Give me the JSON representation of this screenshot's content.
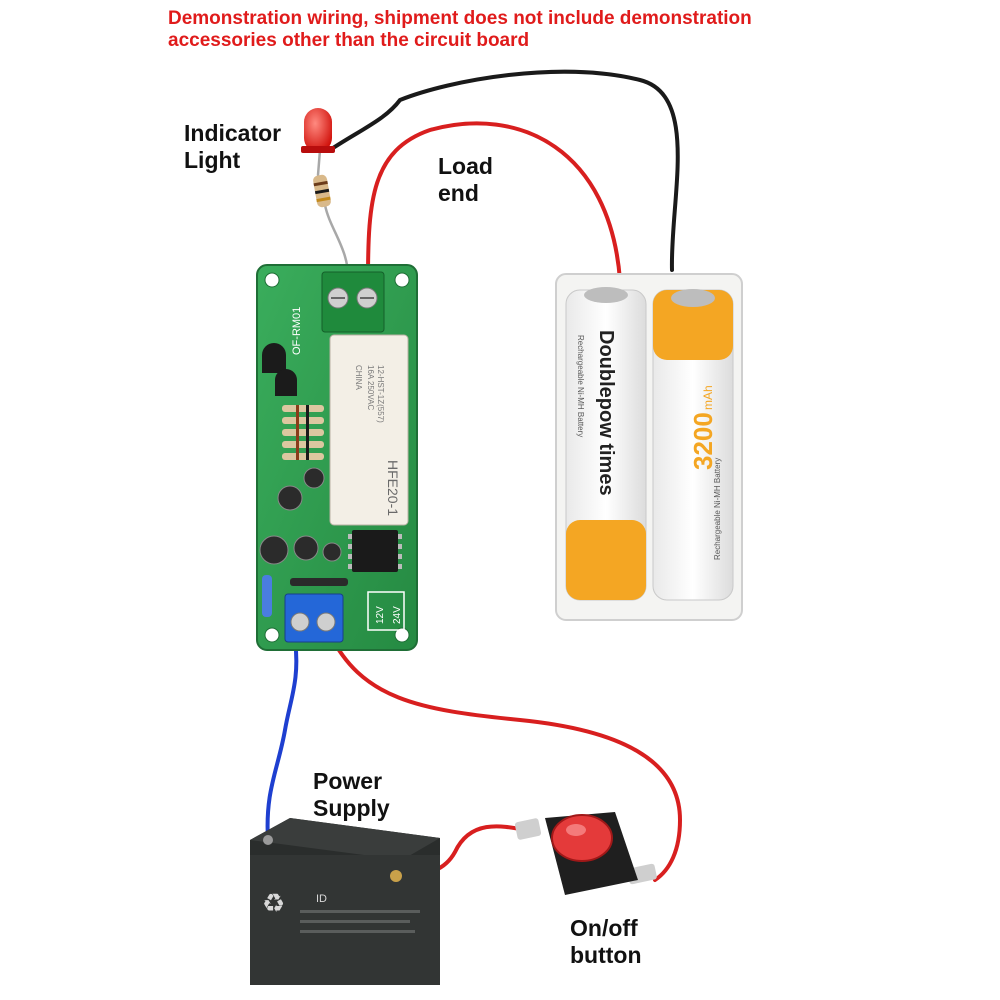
{
  "notice": {
    "line1": "Demonstration wiring, shipment does not include demonstration",
    "line2": "accessories other than the circuit board",
    "color": "#e01b1b"
  },
  "labels": {
    "indicator": [
      "Indicator",
      "Light"
    ],
    "load": [
      "Load",
      "end"
    ],
    "power": [
      "Power",
      "Supply"
    ],
    "onoff": [
      "On/off",
      "button"
    ]
  },
  "board": {
    "model_tag": "OF-RM01",
    "relay_model": "HFE20-1",
    "relay_rating": "16A 250VAC",
    "relay_origin": "CHINA",
    "relay_code": "12-HST-1Z(557)",
    "voltage_12": "12V",
    "voltage_24": "24V"
  },
  "batteries": {
    "brand": "Doublepow times",
    "type": "Rechargeable Ni-MH Battery",
    "capacity": "3200",
    "unit": "mAh"
  },
  "power_supply": {
    "brand": "ID"
  },
  "colors": {
    "pcb": "#2f9a4f",
    "wire_red": "#d81f1f",
    "wire_black": "#1a1a1a",
    "wire_blue": "#1e3fd0",
    "battery_orange": "#f4a623",
    "button_red": "#e43a3a"
  }
}
